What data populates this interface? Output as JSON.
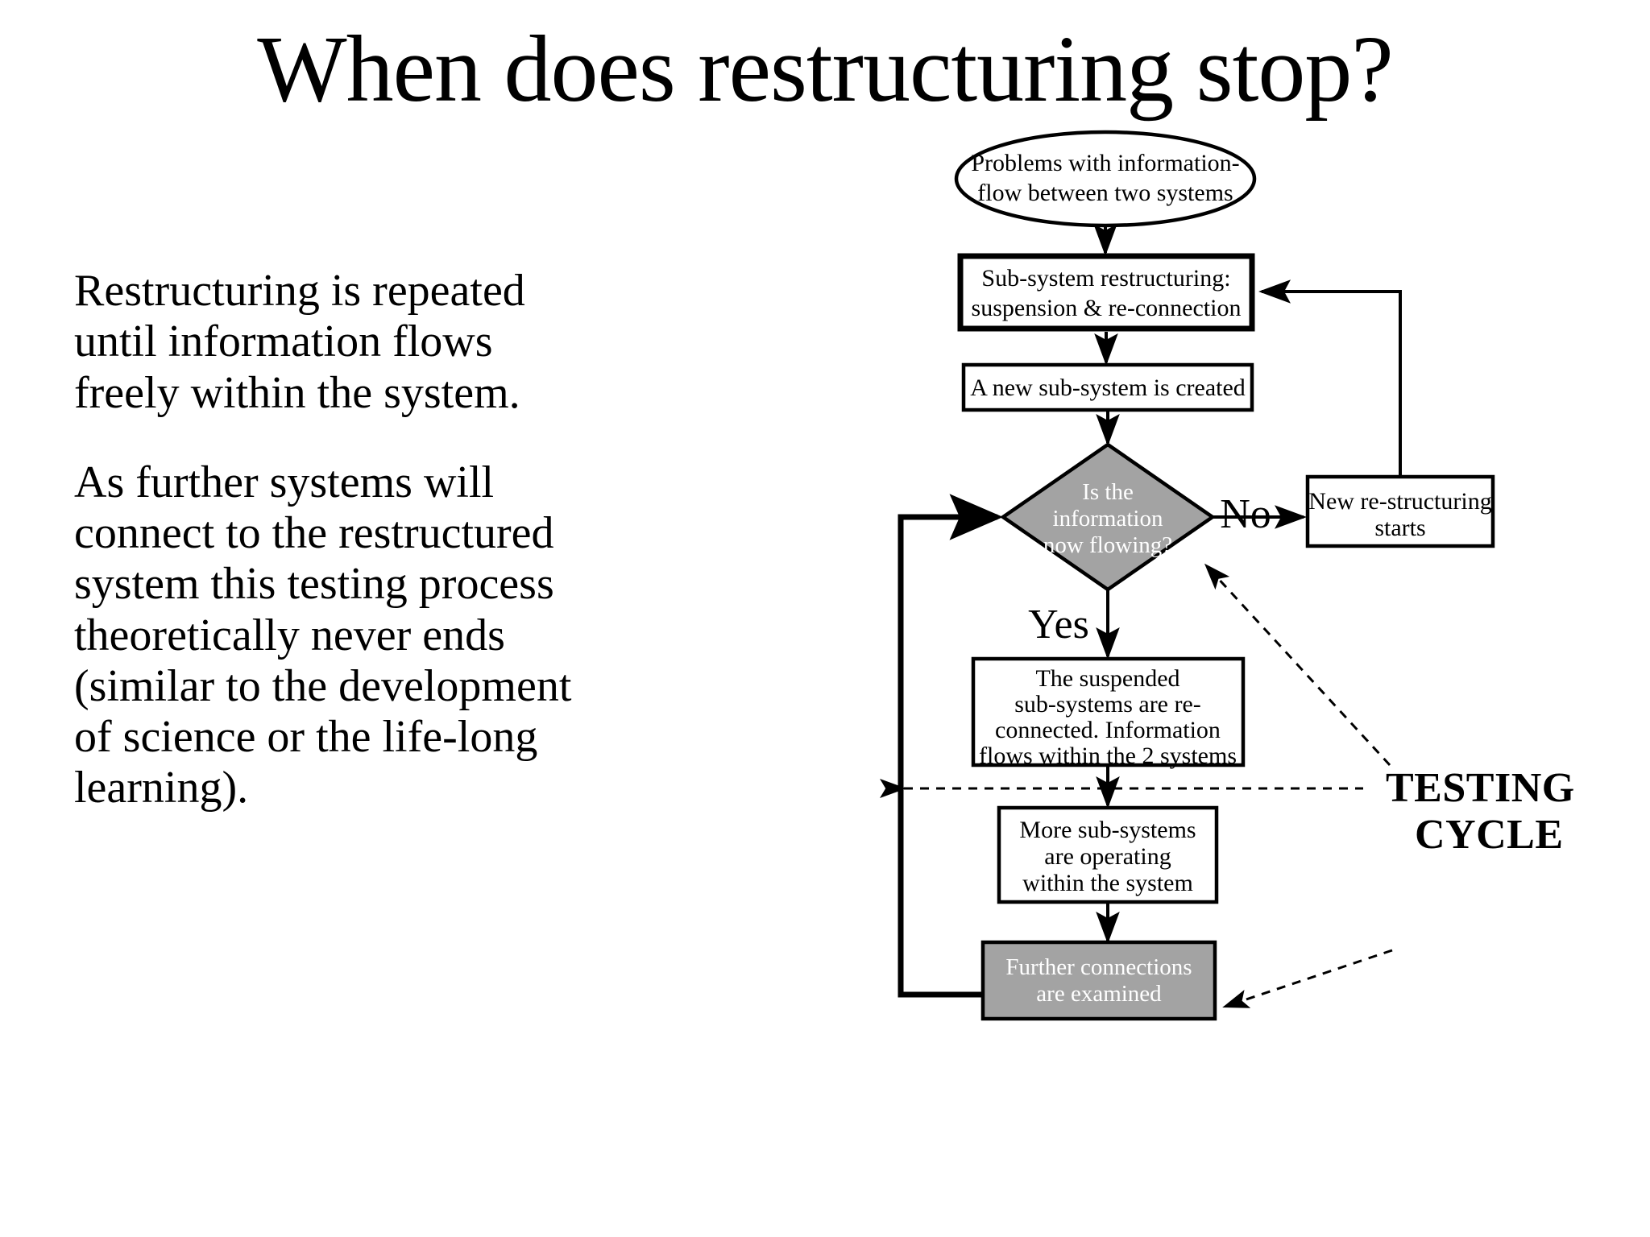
{
  "slide": {
    "title": "When does restructuring stop?",
    "paragraphs": [
      "Restructuring is repeated until information flows freely within the system.",
      "As further systems will connect to the restructured system this testing process theoretically never ends (similar to the development of science or the life-long learning)."
    ]
  },
  "flowchart": {
    "nodes": {
      "start": "Problems with information-flow between two systems",
      "restructuring": "Sub-system restructuring: suspension & re-connection",
      "new_subsystem": "A new sub-system is created",
      "decision": "Is the information now flowing?",
      "new_restructuring": "New re-structuring starts",
      "reconnected": "The suspended sub-systems are re-connected. Information flows within the 2 systems",
      "more_subsystems": "More sub-systems are operating within the system",
      "further_connections": "Further connections are examined"
    },
    "node_lines": {
      "start": [
        "Problems with information-",
        "flow between two systems"
      ],
      "restructuring": [
        "Sub-system restructuring:",
        "suspension & re-connection"
      ],
      "new_subsystem": [
        "A new sub-system is created"
      ],
      "decision": [
        "Is the",
        "information",
        "now flowing?"
      ],
      "new_restructuring": [
        "New re-structuring",
        "starts"
      ],
      "reconnected": [
        "The suspended",
        "sub-systems are re-",
        "connected. Information",
        "flows within the 2 systems"
      ],
      "more_subsystems": [
        "More sub-systems",
        "are operating",
        "within the system"
      ],
      "further_connections": [
        "Further connections",
        "are examined"
      ]
    },
    "branch_labels": {
      "no": "No",
      "yes": "Yes"
    },
    "annotation": {
      "line1": "TESTING",
      "line2": "CYCLE"
    },
    "colors": {
      "background": "#ffffff",
      "text": "#000000",
      "node_fill": "#ffffff",
      "highlight_fill": "#a3a3a3",
      "highlight_text": "#ffffff",
      "stroke": "#000000"
    }
  }
}
